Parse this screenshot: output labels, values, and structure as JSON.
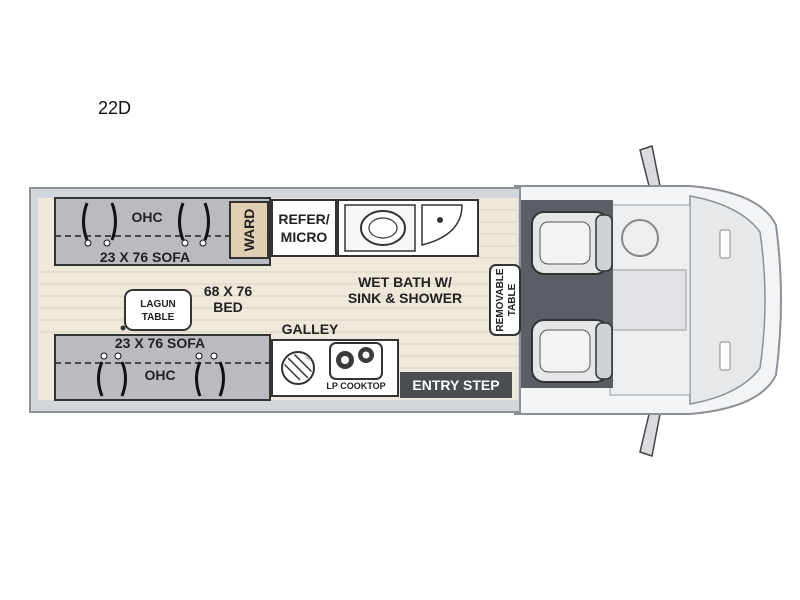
{
  "model": "22D",
  "labels": {
    "ohc_top": "OHC",
    "sofa_top": "23 X 76 SOFA",
    "ward": "WARD",
    "refer_1": "REFER/",
    "refer_2": "MICRO",
    "bath_1": "WET BATH W/",
    "bath_2": "SINK & SHOWER",
    "bed_1": "68 X 76",
    "bed_2": "BED",
    "lagun_1": "LAGUN",
    "lagun_2": "TABLE",
    "galley": "GALLEY",
    "sofa_bottom": "23 X 76 SOFA",
    "ohc_bottom": "OHC",
    "cooktop": "LP COOKTOP",
    "entry_step": "ENTRY STEP",
    "removable_1": "REMOVABLE",
    "removable_2": "TABLE"
  },
  "colors": {
    "floor": "#f1ebdf",
    "sofa": "#b9b9bd",
    "body_outline": "#9a9ea4",
    "cab_floor": "#555a61",
    "entry_step": "#4b4e53",
    "cabinet_wood": "#e3d2b6"
  }
}
